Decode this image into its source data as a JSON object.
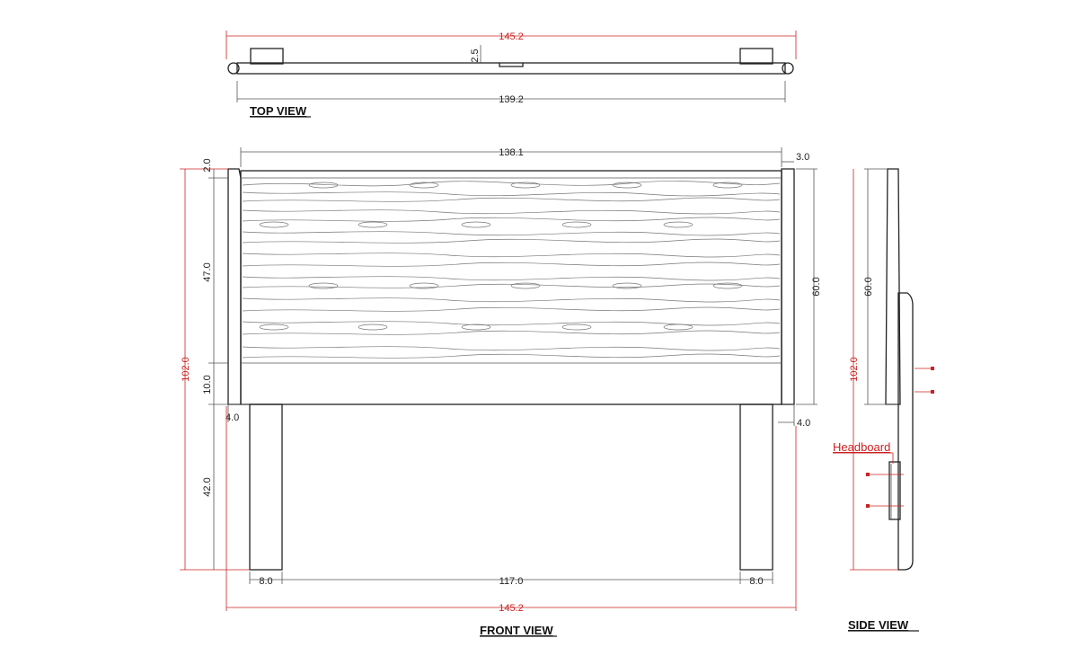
{
  "titles": {
    "top_view": "TOP VIEW",
    "front_view": "FRONT VIEW",
    "side_view": "SIDE VIEW"
  },
  "labels": {
    "headboard": "Headboard"
  },
  "dimensions": {
    "top_overall": "145.2",
    "top_inner": "139.2",
    "top_depth": "2.5",
    "front_panel_width": "138.1",
    "front_post_offset": "3.0",
    "front_overall_height": "102.0",
    "front_top_cap": "2.0",
    "front_upper": "47.0",
    "front_lower_band": "10.0",
    "front_leg_height": "42.0",
    "front_left_offset": "4.0",
    "front_right_offset": "4.0",
    "front_panel_height": "60.0",
    "front_left_leg": "8.0",
    "front_gap": "117.0",
    "front_right_leg": "8.0",
    "front_overall_width": "145.2",
    "side_panel_height": "60.0",
    "side_overall_height": "102.0"
  },
  "colors": {
    "line": "#222222",
    "dimension_red": "#cc2222"
  }
}
